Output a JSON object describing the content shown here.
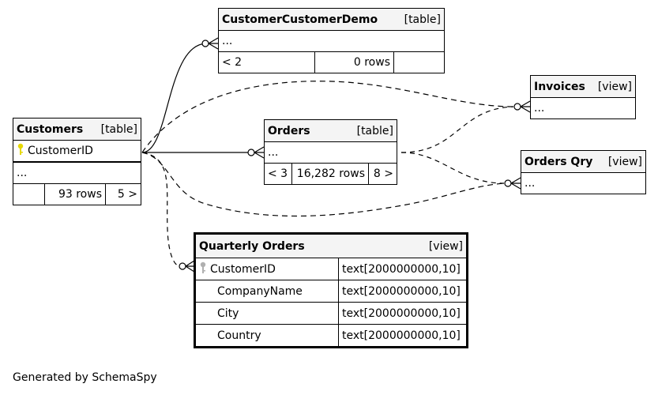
{
  "tables": {
    "ccd": {
      "name": "CustomerCustomerDemo",
      "type": "[table]",
      "ellipsis": "...",
      "parents": "< 2",
      "rows": "0 rows",
      "children": ""
    },
    "invoices": {
      "name": "Invoices",
      "type": "[view]",
      "ellipsis": "..."
    },
    "customers": {
      "name": "Customers",
      "type": "[table]",
      "column": "CustomerID",
      "ellipsis": "...",
      "parents": "",
      "rows": "93 rows",
      "children": "5 >"
    },
    "orders": {
      "name": "Orders",
      "type": "[table]",
      "ellipsis": "...",
      "parents": "< 3",
      "rows": "16,282 rows",
      "children": "8 >"
    },
    "orders_qry": {
      "name": "Orders Qry",
      "type": "[view]",
      "ellipsis": "..."
    },
    "quarterly": {
      "name": "Quarterly Orders",
      "type": "[view]",
      "columns": [
        {
          "name": "CustomerID",
          "type": "text[2000000000,10]"
        },
        {
          "name": "CompanyName",
          "type": "text[2000000000,10]"
        },
        {
          "name": "City",
          "type": "text[2000000000,10]"
        },
        {
          "name": "Country",
          "type": "text[2000000000,10]"
        }
      ]
    }
  },
  "colors": {
    "primary_key": "#e6d800",
    "implied_key": "#b0b0b0",
    "header_bg": "#f4f4f4"
  },
  "footer": "Generated by SchemaSpy"
}
